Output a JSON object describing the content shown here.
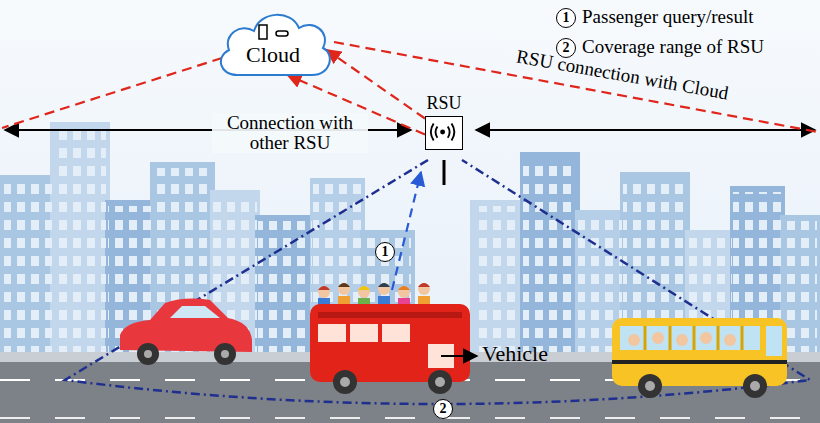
{
  "diagram": {
    "nodes": [
      {
        "text": [
          "Cloud"
        ]
      },
      {
        "text": [
          "RSU"
        ]
      }
    ],
    "edges": [
      {
        "from": 1,
        "to": 0,
        "arrow": "to"
      },
      {
        "from": 1,
        "to": 0,
        "arrow": "to"
      }
    ],
    "labels": [
      "1",
      "2",
      "Connection with other RSU",
      "RSU connection with Cloud",
      "1",
      "Vehicle",
      "2"
    ],
    "legend": [
      {
        "text": "Passenger query/result"
      },
      {
        "text": "Coverage range of RSU"
      }
    ]
  }
}
